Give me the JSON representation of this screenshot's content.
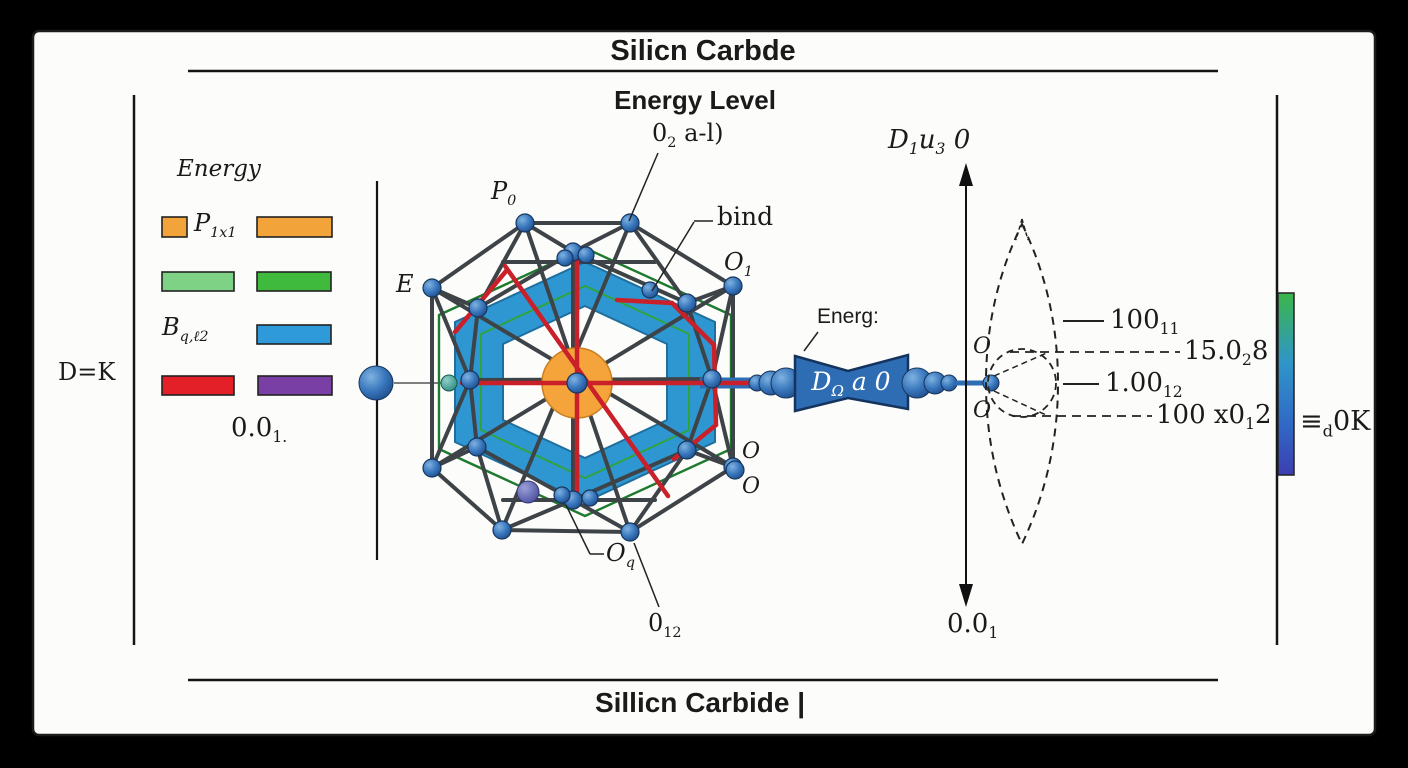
{
  "frame": {
    "background": "#000000",
    "panel": "#FCFCFA"
  },
  "header": {
    "title": "Silicn Carbde",
    "subtitle": "Energy Level"
  },
  "footer": {
    "title": "Sillicn Carbide |"
  },
  "left_margin": {
    "label": "D=K"
  },
  "legend": {
    "title": "Energy",
    "row1": {
      "main": "P",
      "sub": "1x1"
    },
    "row3": {
      "main": "B",
      "sub": "q,ℓ2"
    },
    "footnote": {
      "main": "0.0",
      "sub": "1."
    },
    "colors": {
      "orange": "#F2A43B",
      "light_green": "#7ED286",
      "green": "#3FBA3C",
      "blue": "#2F9AD9",
      "red": "#E32027",
      "purple": "#7A3FA4"
    }
  },
  "structure": {
    "labels": {
      "top": {
        "main": "0",
        "sub": "2",
        "suffix": " a-l)"
      },
      "p0": {
        "main": "P",
        "sub": "0"
      },
      "e": "E",
      "o1": {
        "main": "O",
        "sub": "1"
      },
      "bind": "bind",
      "o_right_top": "O",
      "o_right_bottom": "O",
      "oq": {
        "main": "O",
        "sub": "q"
      },
      "o12": {
        "main": "0",
        "sub": "12"
      }
    },
    "colors": {
      "band": "#2E97D1",
      "core": "#F5A33B",
      "node": "#2E6DB4",
      "bond": "#3E4347",
      "red": "#C9202A",
      "green_outer": "#1E7A2E",
      "green_inner": "#2FA43C"
    }
  },
  "energy_flow": {
    "label": "Energ:",
    "shape_text": {
      "main": "D",
      "sub": "Ω",
      "suffix": " a 0"
    }
  },
  "axis": {
    "top_label": {
      "main": "D",
      "sub1": "1",
      "mid": "u",
      "sub2": "3",
      "suffix": " 0"
    },
    "bottom_label": {
      "main": "0.0",
      "sub": "1"
    }
  },
  "spindle": {
    "o_top": "O",
    "o_bottom": "O"
  },
  "readouts": [
    {
      "main": "100",
      "sub": "11",
      "suffix": ""
    },
    {
      "main": "15.0",
      "sub": "2",
      "suffix": "8"
    },
    {
      "main": "1.00",
      "sub": "12",
      "suffix": ""
    },
    {
      "main": "100 x0",
      "sub": "1",
      "suffix": "2"
    }
  ],
  "colorbar": {
    "label": {
      "main": "≡",
      "sub": "d",
      "suffix": "0K"
    },
    "gradient": [
      "#3BB64A",
      "#2F96C8",
      "#3069C6",
      "#3C3FB0"
    ]
  }
}
